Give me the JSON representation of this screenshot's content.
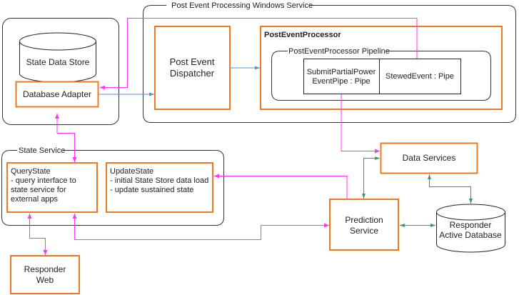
{
  "diagram": {
    "containers": {
      "left_host": {
        "label": ""
      },
      "post_event_service": {
        "label": "Post Event Processing Windows Service"
      },
      "post_event_processor": {
        "label": "PostEventProcessor"
      },
      "pipeline": {
        "label": "PostEventProcessor Pipeline"
      },
      "state_service": {
        "label": "State Service"
      }
    },
    "nodes": {
      "state_data_store": {
        "label": "State Data Store"
      },
      "database_adapter": {
        "label": "Database Adapter"
      },
      "post_event_dispatcher": {
        "line1": "Post Event",
        "line2": "Dispatcher"
      },
      "submit_pipe": {
        "line1": "SubmitPartialPower",
        "line2": "EventPipe : Pipe"
      },
      "stewed_pipe": {
        "label": "StewedEvent : Pipe"
      },
      "query_state": {
        "line1": "QueryState",
        "line2": "- query interface to",
        "line3": "state service for",
        "line4": "external apps"
      },
      "update_state": {
        "line1": "UpdateState",
        "line2": "- initial State Store data load",
        "line3": "- update sustained state"
      },
      "data_services": {
        "label": "Data Services"
      },
      "prediction_service": {
        "line1": "Prediction",
        "line2": "Service"
      },
      "responder_db": {
        "line1": "Responder",
        "line2": "Active Database"
      },
      "responder_web": {
        "line1": "Responder",
        "line2": "Web"
      }
    },
    "colors": {
      "component_border": "#f07820",
      "container_border": "#333333",
      "magenta_link": "#ff33ff",
      "blue_link": "#5b8bd0",
      "green_link": "#3a9a6a"
    }
  }
}
